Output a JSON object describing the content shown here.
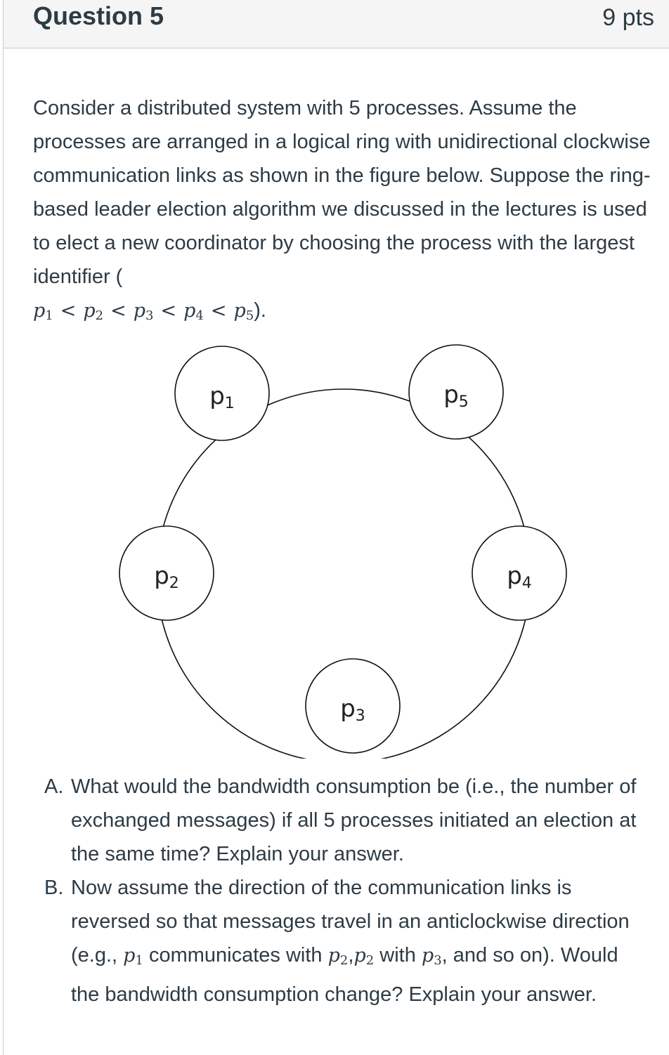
{
  "header": {
    "title": "Question 5",
    "points": "9 pts"
  },
  "question": {
    "intro": "Consider a distributed system with 5 processes. Assume the processes are arranged in a logical ring with unidirectional clockwise communication links as shown in the figure below. Suppose the ring-based leader election algorithm we discussed in the lectures is used to elect a new coordinator by choosing the process with the largest identifier (",
    "math_p": "p",
    "math_lt": "<",
    "math_close": ").",
    "subs": [
      "1",
      "2",
      "3",
      "4",
      "5"
    ]
  },
  "diagram": {
    "nodes": [
      {
        "label": "p",
        "sub": "1"
      },
      {
        "label": "p",
        "sub": "5"
      },
      {
        "label": "p",
        "sub": "2"
      },
      {
        "label": "p",
        "sub": "4"
      },
      {
        "label": "p",
        "sub": "3"
      }
    ]
  },
  "parts": [
    {
      "marker": "A.",
      "text": "What would the bandwidth consumption be (i.e., the number of exchanged messages) if all 5 processes initiated an election at the same time? Explain your answer."
    },
    {
      "marker": "B.",
      "text_1": "Now assume the direction of the communication links is reversed so that messages travel in an anticlockwise direction (e.g.,",
      "text_2": "communicates with",
      "text_3": "with",
      "text_4": ", and so on). Would the bandwidth consumption change? Explain your answer.",
      "comma": ",",
      "math_p": "p",
      "subs": [
        "1",
        "2",
        "2",
        "3"
      ]
    }
  ]
}
